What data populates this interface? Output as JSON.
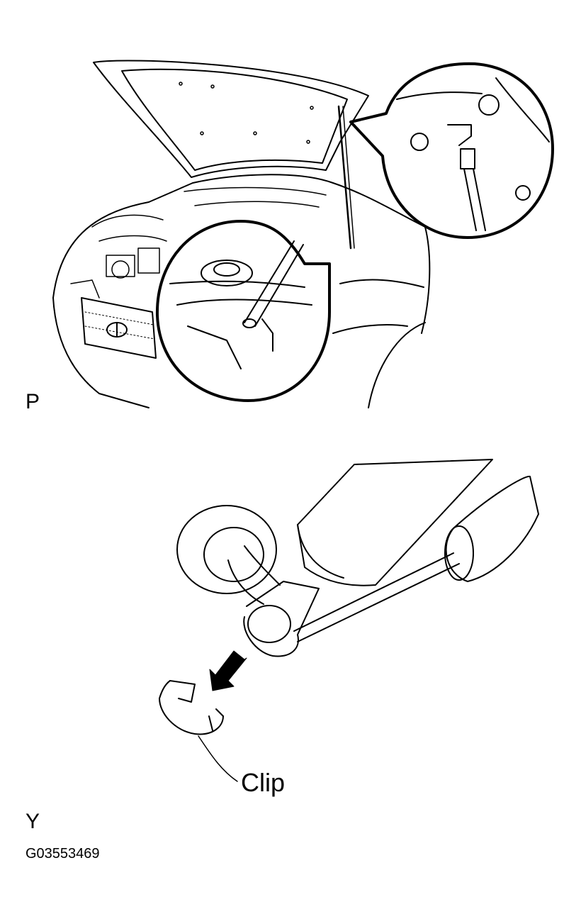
{
  "panels": {
    "top": {
      "label": "P"
    },
    "bottom": {
      "label": "Y"
    }
  },
  "callouts": {
    "clip": "Clip"
  },
  "figure_code": "G03553469",
  "colors": {
    "ink": "#000000",
    "paper": "#ffffff"
  }
}
